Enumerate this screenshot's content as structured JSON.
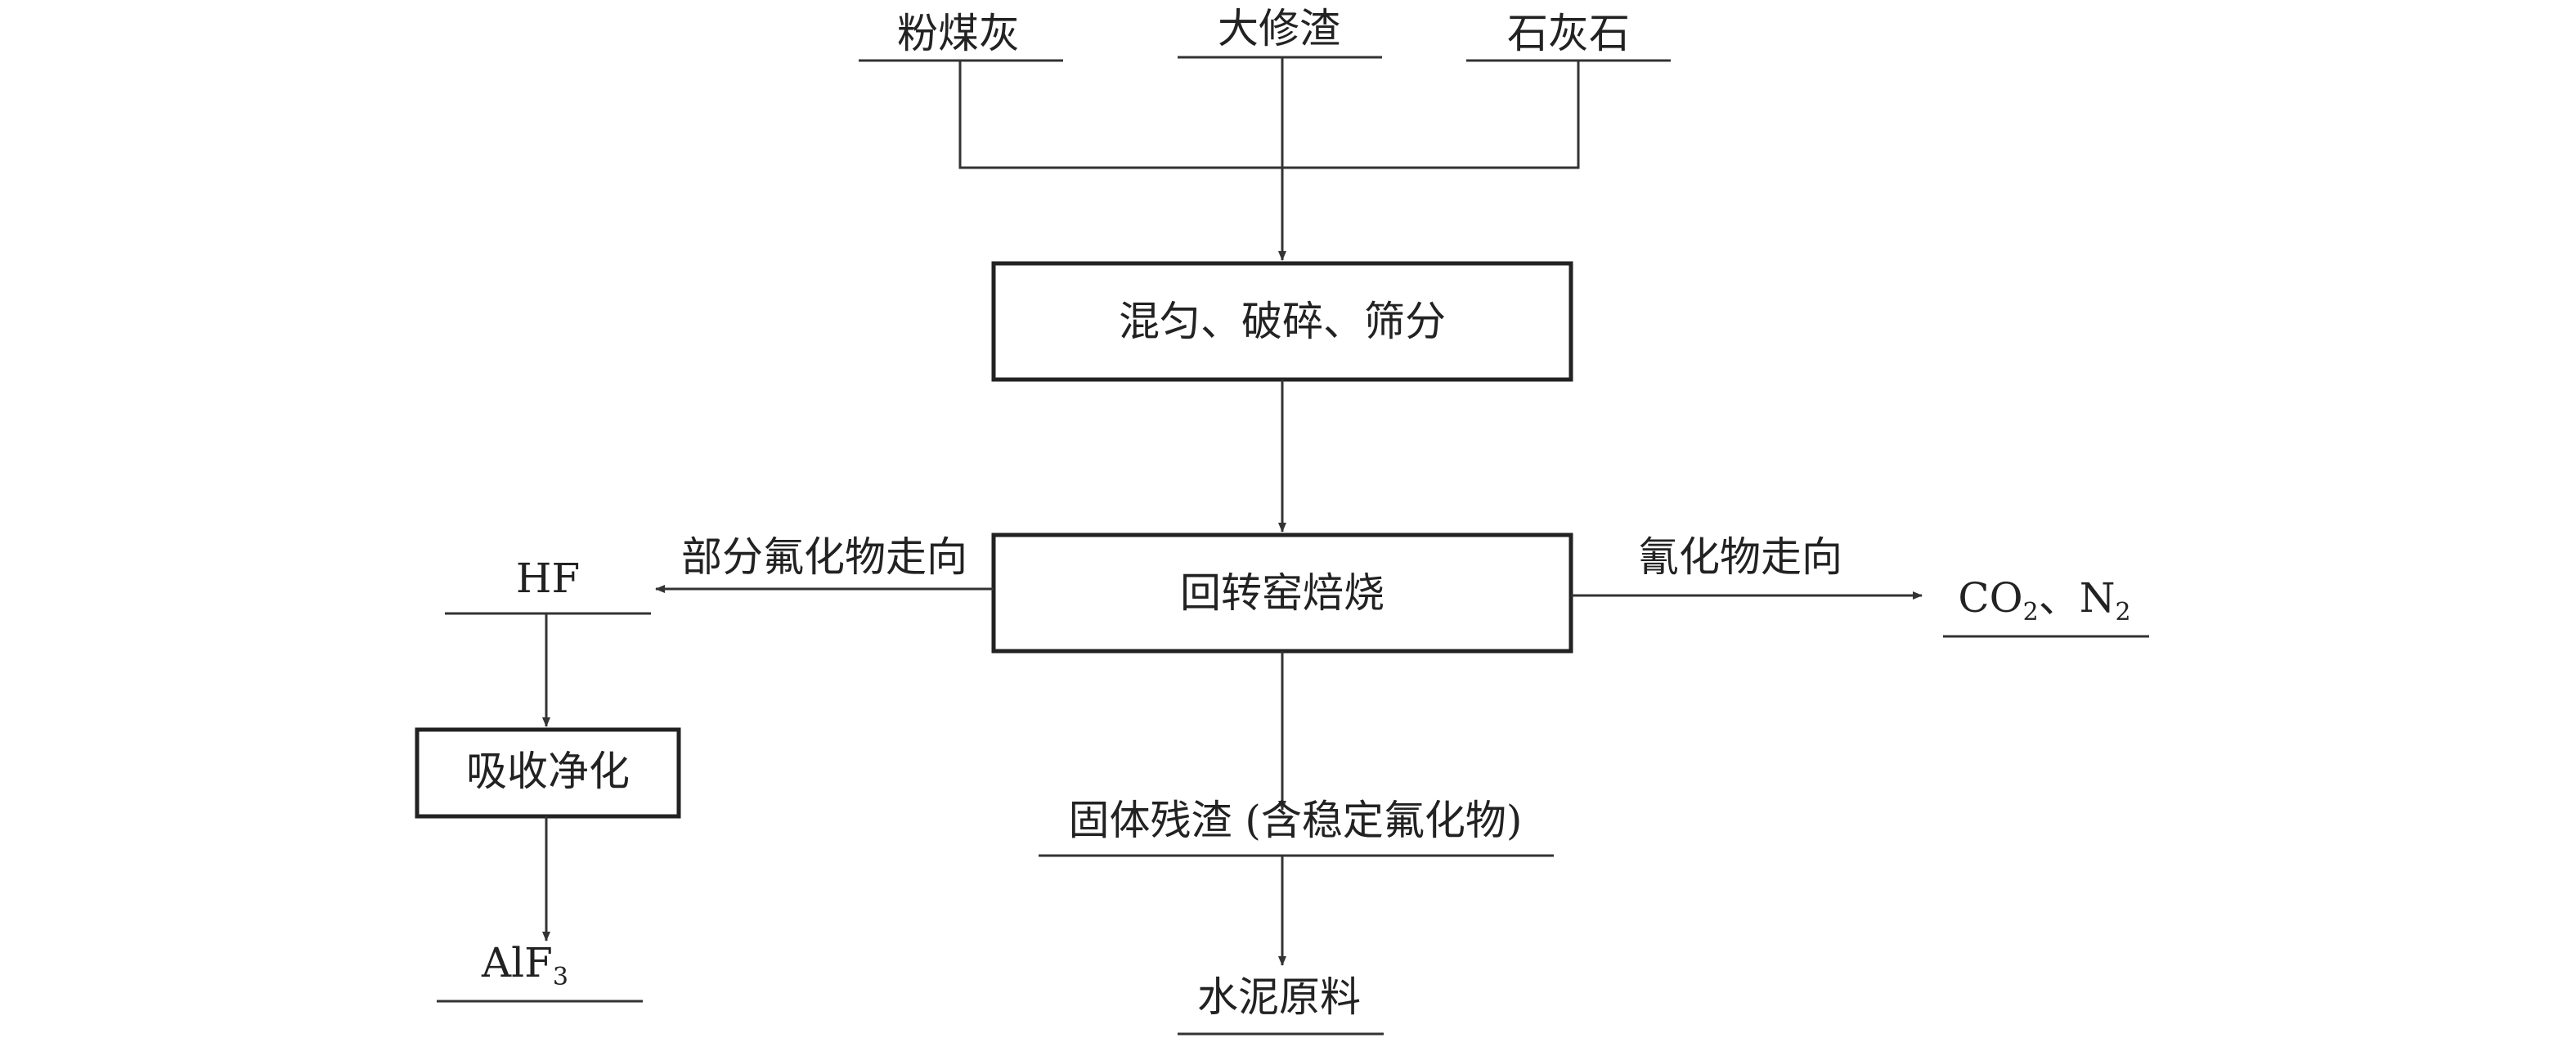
{
  "inputs": {
    "fly_ash": "粉煤灰",
    "overhaul_slag": "大修渣",
    "limestone": "石灰石"
  },
  "process": {
    "mix_crush_sieve": "混匀、破碎、筛分",
    "rotary_kiln": "回转窑焙烧",
    "absorb_purify": "吸收净化"
  },
  "flows": {
    "partial_fluoride": "部分氟化物走向",
    "cyanide": "氰化物走向"
  },
  "outputs": {
    "hf": "HF",
    "alf3_base": "AlF",
    "alf3_sub": "3",
    "co2_base": "CO",
    "co2_sub": "2",
    "separator": "、",
    "n2_base": "N",
    "n2_sub": "2",
    "solid_residue": "固体残渣 (含稳定氟化物)",
    "cement": "水泥原料"
  }
}
